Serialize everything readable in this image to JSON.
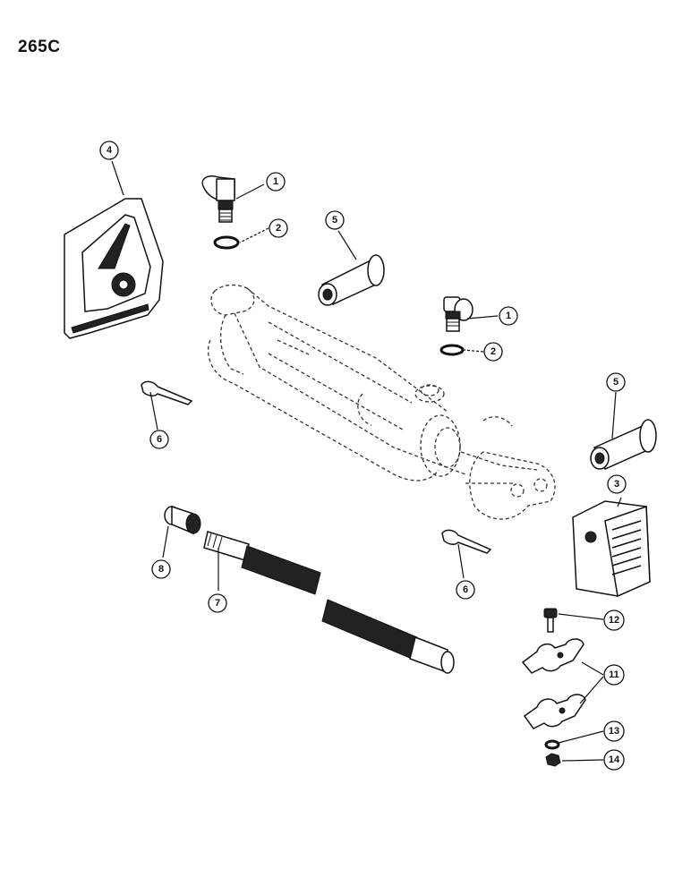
{
  "page": {
    "code": "265C"
  },
  "callouts": [
    {
      "id": "c1a",
      "label": "1"
    },
    {
      "id": "c2a",
      "label": "2"
    },
    {
      "id": "c1b",
      "label": "1"
    },
    {
      "id": "c2b",
      "label": "2"
    },
    {
      "id": "c3",
      "label": "3"
    },
    {
      "id": "c4",
      "label": "4"
    },
    {
      "id": "c5a",
      "label": "5"
    },
    {
      "id": "c5b",
      "label": "5"
    },
    {
      "id": "c6a",
      "label": "6"
    },
    {
      "id": "c6b",
      "label": "6"
    },
    {
      "id": "c7",
      "label": "7"
    },
    {
      "id": "c8",
      "label": "8"
    },
    {
      "id": "c11",
      "label": "11"
    },
    {
      "id": "c12",
      "label": "12"
    },
    {
      "id": "c13",
      "label": "13"
    },
    {
      "id": "c14",
      "label": "14"
    }
  ]
}
